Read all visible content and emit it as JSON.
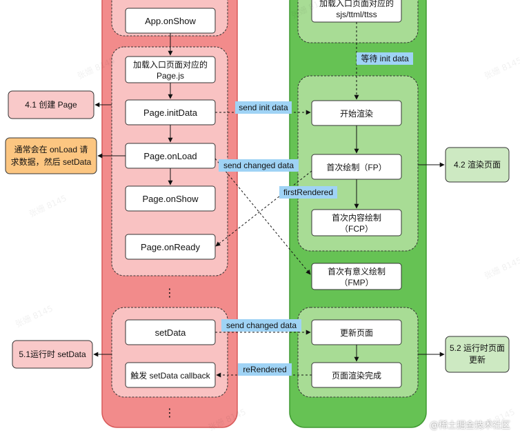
{
  "colors": {
    "logic_lane": "#f28b8b",
    "logic_group": "#f9c2c2",
    "render_lane": "#66c254",
    "render_group": "#a8dc95",
    "side_red": "#f9c9c9",
    "side_orange": "#fcc681",
    "side_green": "#cde9c2",
    "edge_label_bg": "#9fd3f5"
  },
  "left_lane": {
    "app_onshow": "App.onShow",
    "load_page_js": [
      "加载入口页面对应的",
      "Page.js"
    ],
    "page_initdata": "Page.initData",
    "page_onload": "Page.onLoad",
    "page_onshow": "Page.onShow",
    "page_onready": "Page.onReady",
    "set_data": "setData",
    "set_data_callback": "触发 setData callback"
  },
  "right_lane": {
    "load_sjs": [
      "加载入口页面对应的",
      "sjs/ttml/ttss"
    ],
    "start_render": "开始渲染",
    "fp": "首次绘制（FP）",
    "fcp": [
      "首次内容绘制",
      "（FCP）"
    ],
    "fmp": [
      "首次有意义绘制",
      "（FMP）"
    ],
    "update_page": "更新页面",
    "page_render_done": "页面渲染完成"
  },
  "side_boxes": {
    "create_page": "4.1 创建 Page",
    "onload_tip": [
      "通常会在 onLoad 请",
      "求数据，然后 setData"
    ],
    "render_page": "4.2 渲染页面",
    "runtime_setdata": "5.1运行时 setData",
    "runtime_update": [
      "5.2 运行时页面",
      "更新"
    ]
  },
  "edge_labels": {
    "wait_init": "等待 init data",
    "send_init": "send init data",
    "send_changed_1": "send changed data",
    "first_rendered": "firstRendered",
    "send_changed_2": "send changed data",
    "re_rendered": "reRendered"
  },
  "ellipsis": "⋮",
  "watermarks": [
    "张姗  8145",
    "张姗  8145",
    "张姗  8145",
    "张姗  8145",
    "张姗  8145",
    "张姗  8145",
    "张姗  8145",
    "张姗  8145"
  ],
  "credit": "@稀土掘金技术社区"
}
